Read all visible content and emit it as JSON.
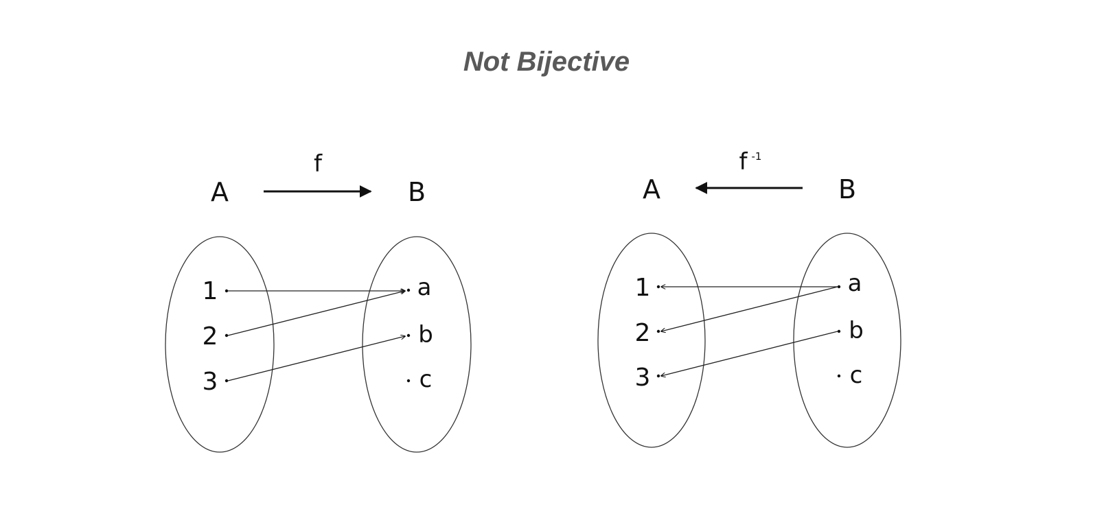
{
  "title": "Not Bijective",
  "colors": {
    "title": "#595959",
    "ink": "#111111"
  },
  "left_diagram": {
    "function_label": "f",
    "domain_label": "A",
    "codomain_label": "B",
    "domain_elements": [
      "1",
      "2",
      "3"
    ],
    "codomain_elements": [
      "a",
      "b",
      "c"
    ],
    "mapping": [
      {
        "from": "1",
        "to": "a"
      },
      {
        "from": "2",
        "to": "a"
      },
      {
        "from": "3",
        "to": "b"
      }
    ]
  },
  "right_diagram": {
    "function_label": "f",
    "function_superscript": "-1",
    "domain_label": "A",
    "codomain_label": "B",
    "domain_elements": [
      "1",
      "2",
      "3"
    ],
    "codomain_elements": [
      "a",
      "b",
      "c"
    ],
    "mapping": [
      {
        "from": "a",
        "to": "1"
      },
      {
        "from": "a",
        "to": "2"
      },
      {
        "from": "b",
        "to": "3"
      }
    ]
  }
}
